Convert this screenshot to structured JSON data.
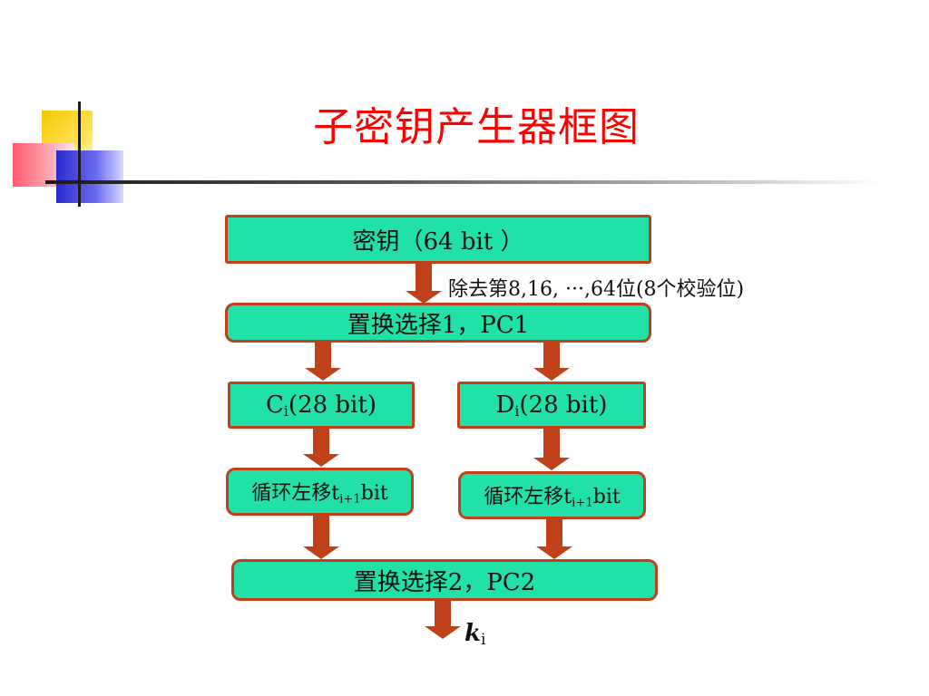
{
  "slide": {
    "title": "子密钥产生器框图"
  },
  "diagram": {
    "key_box": "密钥（64 bit ）",
    "drop_note": "除去第8,16, ···,64位(8个校验位)",
    "pc1_box": "置换选择1，PC1",
    "c_box": {
      "main": "C",
      "sub": "i",
      "rest": "(28 bit)"
    },
    "d_box": {
      "main": "D",
      "sub": "i",
      "rest": "(28 bit)"
    },
    "shift_left": {
      "main": "循环左移t",
      "sub": "i+1",
      "rest": "bit"
    },
    "shift_right": {
      "main": "循环左移t",
      "sub": "i+1",
      "rest": "bit"
    },
    "pc2_box": "置换选择2，PC2",
    "output": {
      "main": "k",
      "sub": "i"
    }
  },
  "colors": {
    "title": "#ff0000",
    "box_fill": "#21e0a8",
    "box_border": "#c0401a",
    "arrow": "#c0401a"
  }
}
